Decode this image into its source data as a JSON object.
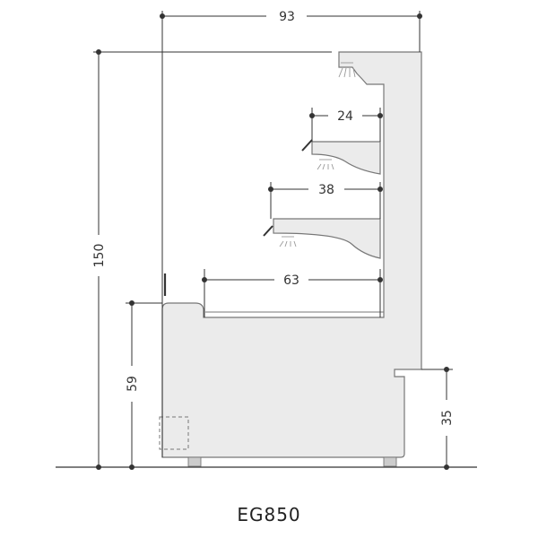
{
  "model_label": "EG850",
  "dimensions": {
    "overall_depth": "93",
    "overall_height": "150",
    "top_shelf_depth": "24",
    "middle_shelf_depth": "38",
    "base_deck_depth": "63",
    "front_height": "59",
    "rear_base_height": "35"
  },
  "colors": {
    "cabinet_fill": "#ebebeb",
    "outline": "#777777",
    "dimension_line": "#333333",
    "lamp_color": "#999999"
  },
  "icons": [
    "lamp-icon",
    "dimension-dot"
  ]
}
